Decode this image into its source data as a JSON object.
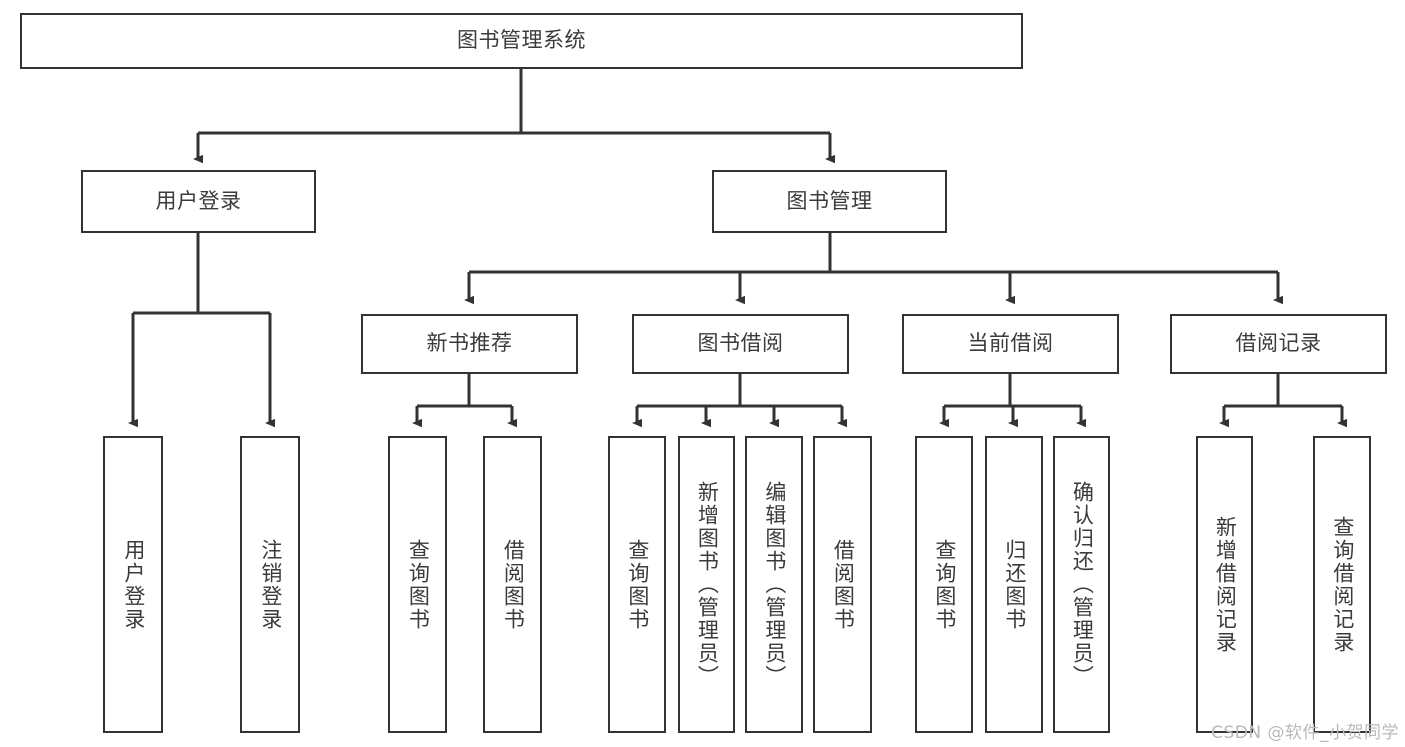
{
  "diagram": {
    "type": "tree-hierarchy-chart",
    "title_node": {
      "label": "图书管理系统"
    },
    "level2": [
      {
        "id": "user-login",
        "label": "用户登录"
      },
      {
        "id": "book-management",
        "label": "图书管理"
      }
    ],
    "level3": [
      {
        "id": "new-book-recommend",
        "label": "新书推荐",
        "parent": "book-management"
      },
      {
        "id": "book-borrow",
        "label": "图书借阅",
        "parent": "book-management"
      },
      {
        "id": "current-borrow",
        "label": "当前借阅",
        "parent": "book-management"
      },
      {
        "id": "borrow-record",
        "label": "借阅记录",
        "parent": "book-management"
      }
    ],
    "leaves": [
      {
        "id": "leaf-user-login",
        "label": "用户登录",
        "parent": "user-login"
      },
      {
        "id": "leaf-logout-login",
        "label": "注销登录",
        "parent": "user-login"
      },
      {
        "id": "leaf-query-book-1",
        "label": "查询图书",
        "parent": "new-book-recommend"
      },
      {
        "id": "leaf-borrow-book-1",
        "label": "借阅图书",
        "parent": "new-book-recommend"
      },
      {
        "id": "leaf-query-book-2",
        "label": "查询图书",
        "parent": "book-borrow"
      },
      {
        "id": "leaf-add-book",
        "label": "新增图书（管理员）",
        "parent": "book-borrow"
      },
      {
        "id": "leaf-edit-book",
        "label": "编辑图书（管理员）",
        "parent": "book-borrow"
      },
      {
        "id": "leaf-borrow-book-2",
        "label": "借阅图书",
        "parent": "book-borrow"
      },
      {
        "id": "leaf-query-book-3",
        "label": "查询图书",
        "parent": "current-borrow"
      },
      {
        "id": "leaf-return-book",
        "label": "归还图书",
        "parent": "current-borrow"
      },
      {
        "id": "leaf-confirm-return",
        "label": "确认归还（管理员）",
        "parent": "current-borrow"
      },
      {
        "id": "leaf-add-record",
        "label": "新增借阅记录",
        "parent": "borrow-record"
      },
      {
        "id": "leaf-query-record",
        "label": "查询借阅记录",
        "parent": "borrow-record"
      }
    ],
    "colors": {
      "box_border": "#333333",
      "box_fill": "#ffffff",
      "connector": "#333333",
      "text": "#3b3b3b",
      "watermark": "#b9b9b9",
      "background": "#ffffff"
    }
  },
  "watermark": {
    "text": "CSDN @软件_小贺同学"
  }
}
